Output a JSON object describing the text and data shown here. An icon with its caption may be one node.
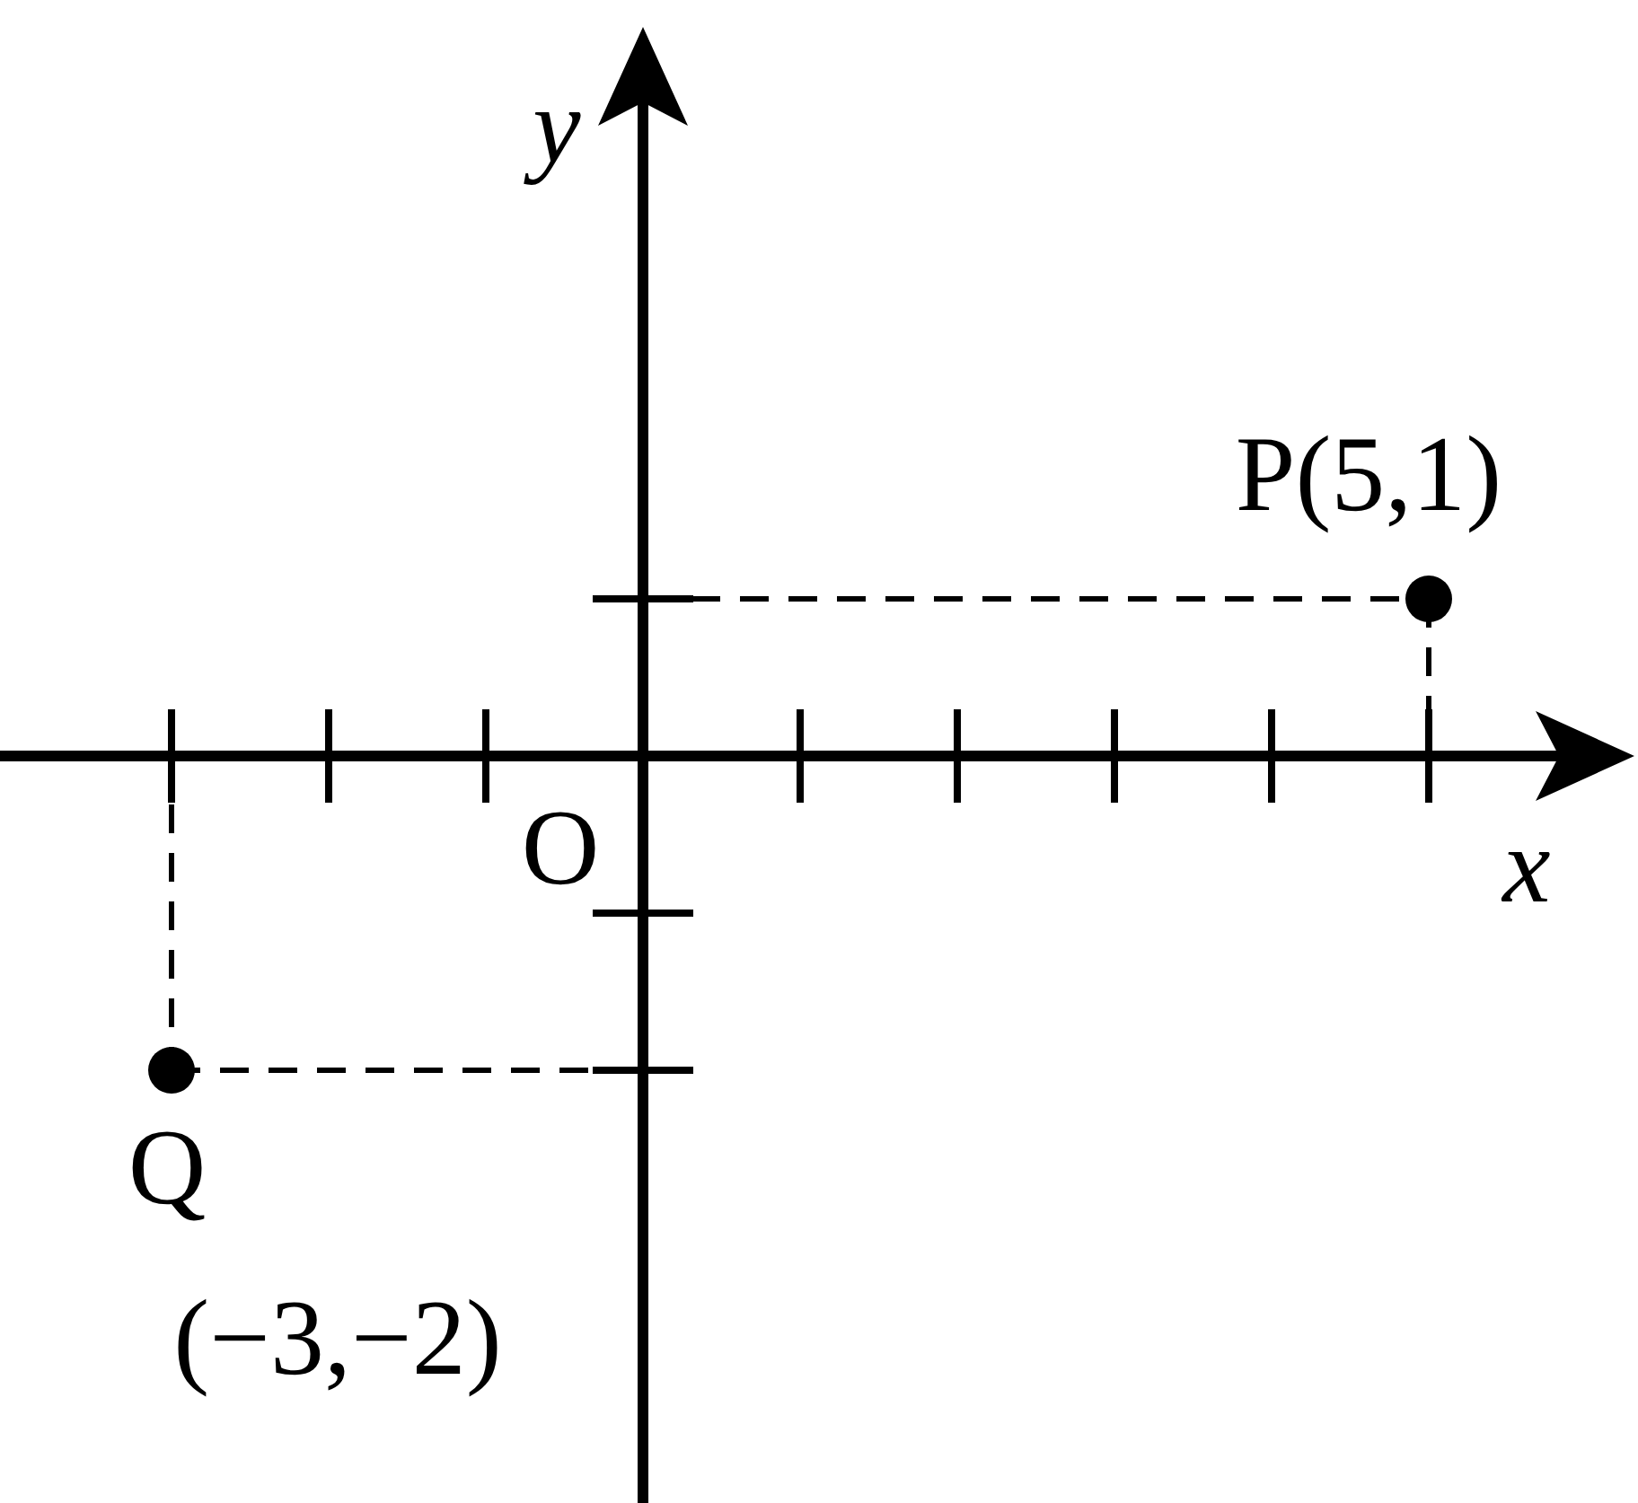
{
  "diagram": {
    "labels": [
      "y",
      "P(5,1)",
      "O",
      "x",
      "Q",
      "(−3,−2)"
    ]
  }
}
